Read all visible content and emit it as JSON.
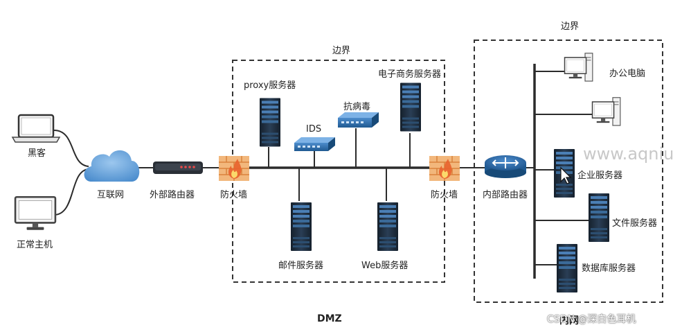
{
  "labels": {
    "hacker": "黑客",
    "normal_host": "正常主机",
    "internet": "互联网",
    "external_router": "外部路由器",
    "firewall_left": "防火墙",
    "firewall_right": "防火墙",
    "proxy_server": "proxy服务器",
    "ids": "IDS",
    "antivirus": "抗病毒",
    "ecommerce_server": "电子商务服务器",
    "mail_server": "邮件服务器",
    "web_server": "Web服务器",
    "boundary_dmz": "边界",
    "boundary_internal": "边界",
    "dmz": "DMZ",
    "internal_router": "内部路由器",
    "office_pc": "办公电脑",
    "enterprise_server": "企业服务器",
    "file_server": "文件服务器",
    "database_server": "数据库服务器",
    "internal_net": "内网"
  },
  "overlay": {
    "watermark_text": "www.aqniu",
    "credit_text": "CSDN @深白色耳机"
  },
  "colors": {
    "line": "#2b2b2b",
    "dash_border": "#333333",
    "cloud": "#5b9bd5",
    "firewall": "#f0a05a",
    "server_dark": "#1d2b3a",
    "server_light": "#3d6e9a",
    "router_blue": "#2f6fa8"
  }
}
